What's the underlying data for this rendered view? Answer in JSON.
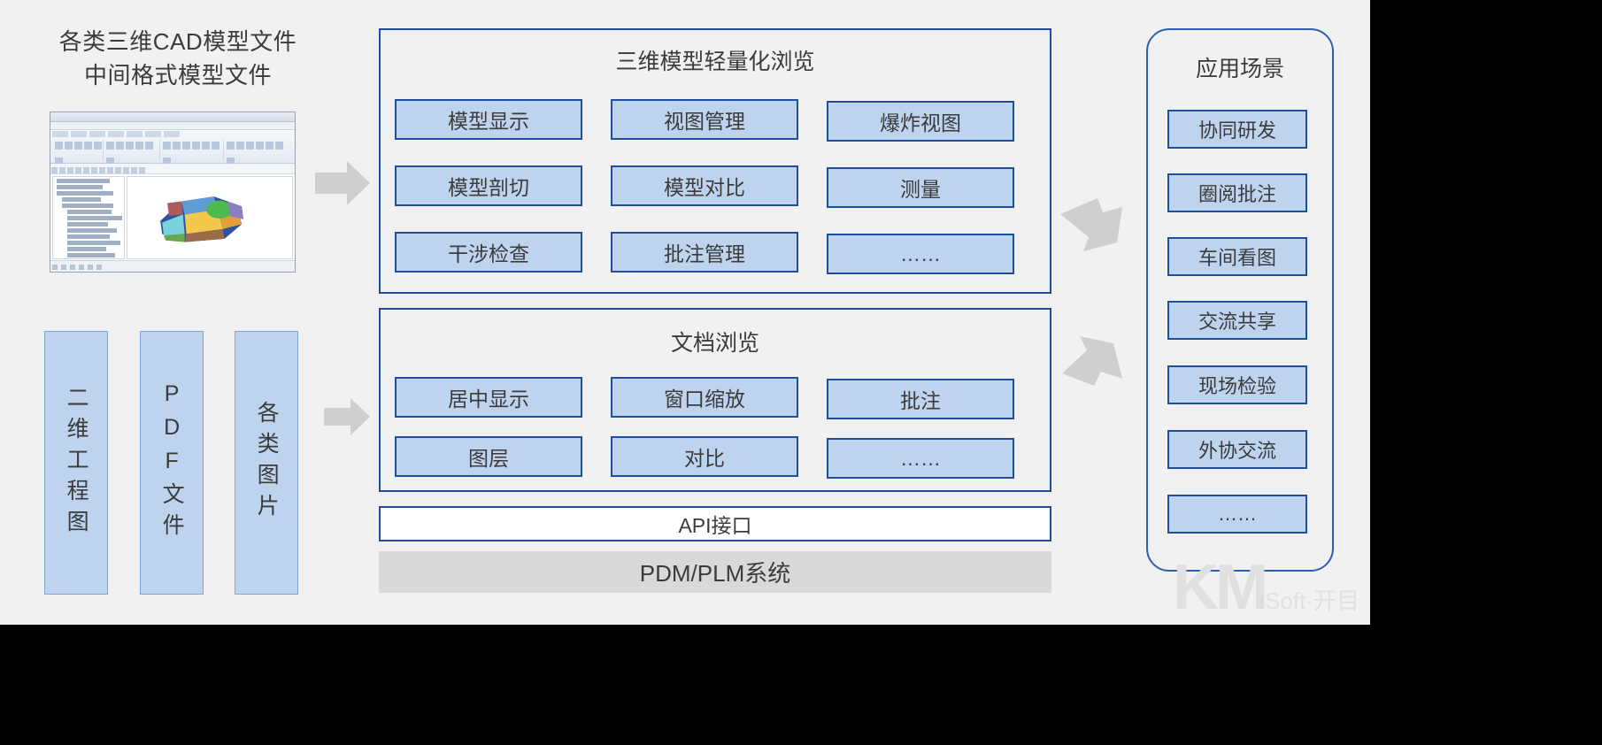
{
  "left": {
    "title_line1": "各类三维CAD模型文件",
    "title_line2": "中间格式模型文件",
    "sources": [
      {
        "label": "二维工程图"
      },
      {
        "label": "PDF文件"
      },
      {
        "label": "各类图片"
      }
    ]
  },
  "model_panel": {
    "title": "三维模型轻量化浏览",
    "features": [
      "模型显示",
      "视图管理",
      "爆炸视图",
      "模型剖切",
      "模型对比",
      "测量",
      "干涉检查",
      "批注管理",
      "……"
    ]
  },
  "doc_panel": {
    "title": "文档浏览",
    "features": [
      "居中显示",
      "窗口缩放",
      "批注",
      "图层",
      "对比",
      "……"
    ]
  },
  "api_bar": {
    "label": "API接口"
  },
  "pdm_bar": {
    "label": "PDM/PLM系统"
  },
  "right": {
    "title": "应用场景",
    "items": [
      "协同研发",
      "圈阅批注",
      "车间看图",
      "交流共享",
      "现场检验",
      "外协交流",
      "……"
    ]
  },
  "watermark": {
    "mark": "KM",
    "sub": "Soft·开目"
  },
  "colors": {
    "accent_border": "#1f4e9c",
    "box_fill": "#bed3ee",
    "panel_bg": "#f1f1f1",
    "pdm_fill": "#d9d9d9",
    "arrow_fill": "#cfcfcf",
    "text": "#3b3b3b"
  }
}
